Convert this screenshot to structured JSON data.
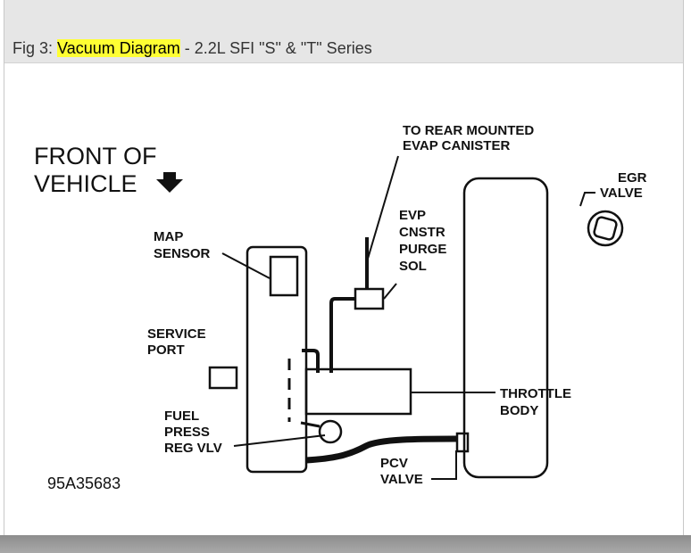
{
  "caption": {
    "prefix": "Fig 3: ",
    "highlight": "Vacuum Diagram",
    "suffix": " - 2.2L SFI \"S\" & \"T\" Series"
  },
  "labels": {
    "front_line1": "FRONT OF",
    "front_line2": "VEHICLE",
    "to_rear_line1": "TO REAR MOUNTED",
    "to_rear_line2": "EVAP CANISTER",
    "egr_line1": "EGR",
    "egr_line2": "VALVE",
    "evp_line1": "EVP",
    "evp_line2": "CNSTR",
    "evp_line3": "PURGE",
    "evp_line4": "SOL",
    "map_line1": "MAP",
    "map_line2": "SENSOR",
    "service_line1": "SERVICE",
    "service_line2": "PORT",
    "throttle_line1": "THROTTLE",
    "throttle_line2": "BODY",
    "fuel_line1": "FUEL",
    "fuel_line2": "PRESS",
    "fuel_line3": "REG VLV",
    "pcv_line1": "PCV",
    "pcv_line2": "VALVE",
    "code": "95A35683"
  },
  "icons": {
    "front_arrow": "down-arrow-icon"
  }
}
